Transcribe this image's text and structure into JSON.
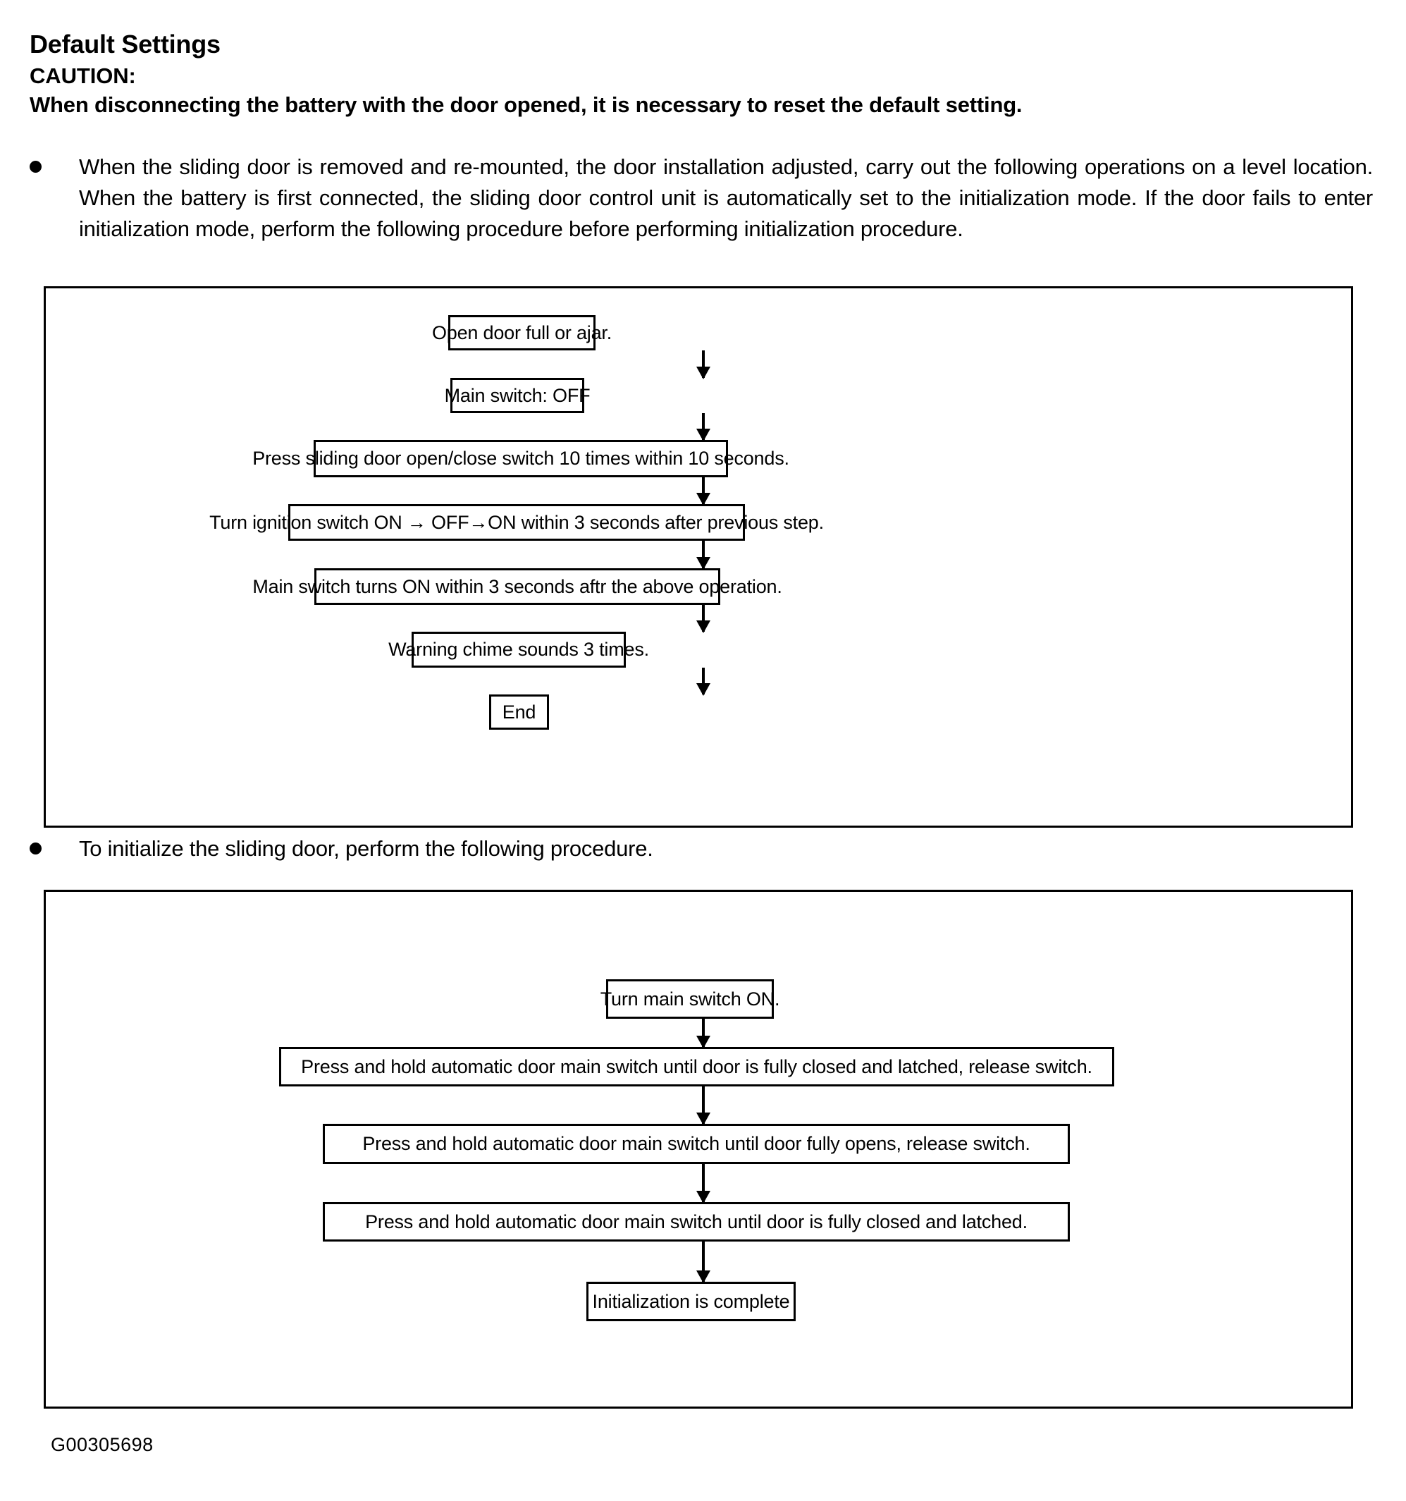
{
  "document": {
    "title": "Default Settings",
    "caution_label": "CAUTION:",
    "caution_text": "When disconnecting the battery with the door opened, it is necessary to reset the default setting.",
    "footer_code": "G00305698"
  },
  "bullets": [
    {
      "marker": "•",
      "text": "When the sliding door is removed and re-mounted, the door installation adjusted, carry out the following operations on a level location. When the battery is first connected, the sliding door control unit is automatically set to the initialization mode. If the door fails to enter initialization mode, perform the following procedure before performing initialization procedure."
    },
    {
      "marker": "•",
      "text": "To initialize the sliding door, perform the following procedure."
    }
  ],
  "flowcharts": [
    {
      "name": "default-setting-reset-procedure",
      "nodes": [
        {
          "label": "Open door full or ajar."
        },
        {
          "label": "Main switch: OFF"
        },
        {
          "label": "Press sliding door open/close switch 10 times within 10 seconds."
        },
        {
          "label": "Turn ignition switch ON → OFF→ON within 3 seconds after previous step."
        },
        {
          "label": "Main switch turns ON within 3 seconds aftr the above operation."
        },
        {
          "label": "Warning chime sounds 3 times."
        },
        {
          "label": "End"
        }
      ]
    },
    {
      "name": "sliding-door-initialization-procedure",
      "nodes": [
        {
          "label": "Turn main switch ON."
        },
        {
          "label": "Press and hold automatic door main switch until door is fully closed and latched, release switch."
        },
        {
          "label": "Press and hold automatic door main switch until door fully opens, release switch."
        },
        {
          "label": "Press and hold automatic door main switch until door is fully closed and latched."
        },
        {
          "label": "Initialization is complete"
        }
      ]
    }
  ]
}
